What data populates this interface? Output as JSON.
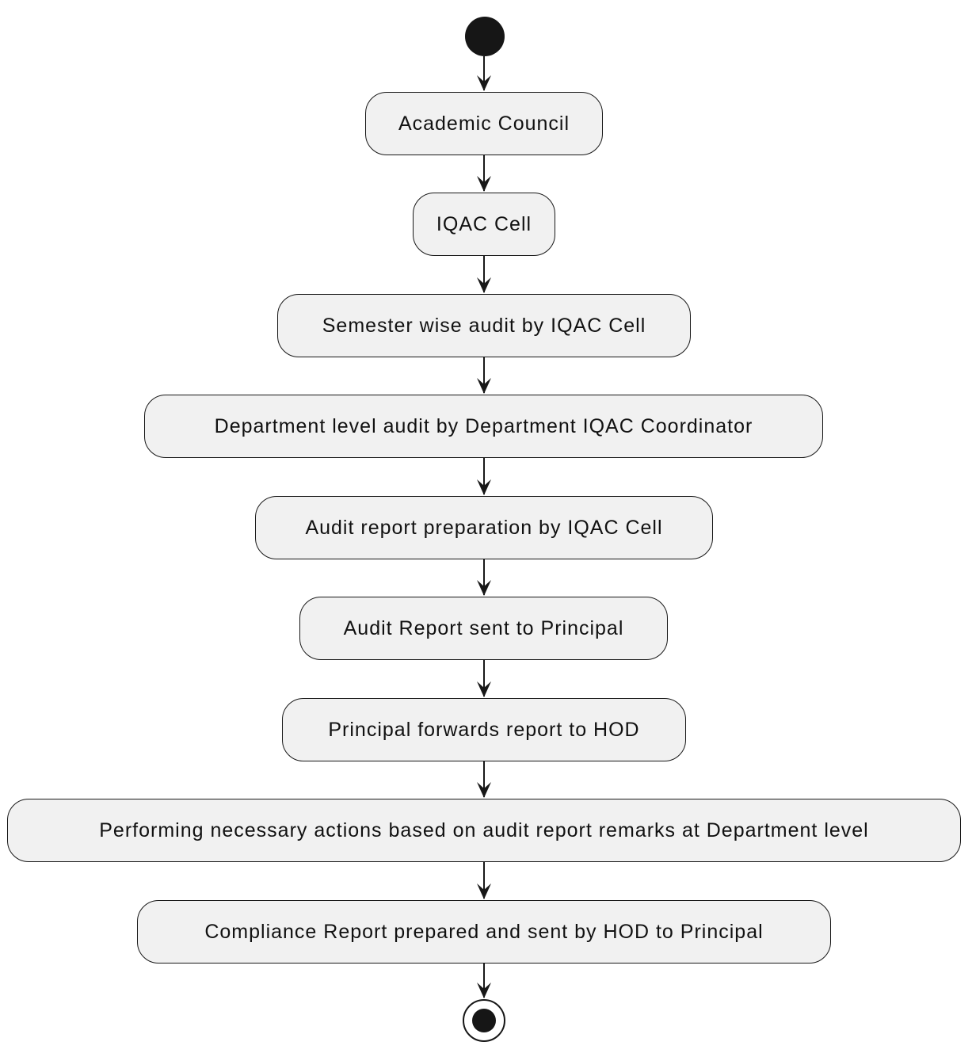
{
  "diagram": {
    "start": "start-node",
    "end": "end-node",
    "steps": [
      "Academic Council",
      "IQAC Cell",
      "Semester wise audit by IQAC Cell",
      "Department level audit by Department IQAC Coordinator",
      "Audit report preparation by IQAC Cell",
      "Audit Report sent to Principal",
      "Principal forwards report to HOD",
      "Performing necessary actions based on audit report remarks at Department level",
      "Compliance Report prepared and sent by HOD to Principal"
    ],
    "colors": {
      "node_fill": "#f1f1f1",
      "stroke": "#181818",
      "text": "#111111",
      "start_end": "#161616"
    }
  }
}
